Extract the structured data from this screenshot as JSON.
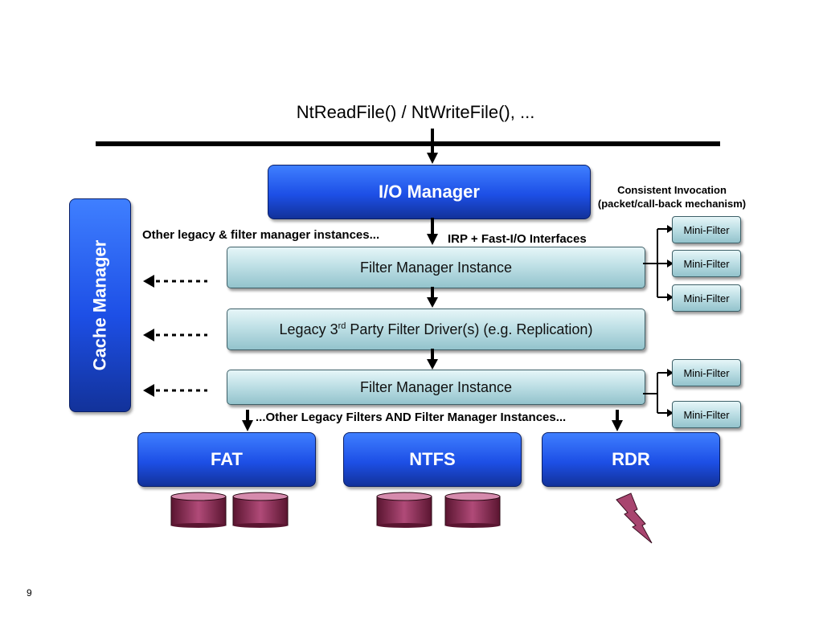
{
  "title": "NtReadFile() / NtWriteFile(), ...",
  "io_manager": "I/O Manager",
  "cache_manager": "Cache Manager",
  "consistent_invocation": {
    "line1": "Consistent Invocation",
    "line2": "(packet/call-back mechanism)"
  },
  "other_legacy_instances": "Other legacy & filter manager instances...",
  "irp_interfaces": "IRP + Fast-I/O Interfaces",
  "filter_manager_instance_top": "Filter Manager Instance",
  "legacy_driver": {
    "prefix": "Legacy 3",
    "superscript": "rd",
    "suffix": " Party Filter Driver(s) (e.g. Replication)"
  },
  "filter_manager_instance_bottom": "Filter Manager Instance",
  "other_legacy_filters": "...Other Legacy Filters AND Filter Manager Instances...",
  "mini_filters_top": [
    "Mini-Filter",
    "Mini-Filter",
    "Mini-Filter"
  ],
  "mini_filters_bottom": [
    "Mini-Filter",
    "Mini-Filter"
  ],
  "file_systems": [
    "FAT",
    "NTFS",
    "RDR"
  ],
  "page_number": "9"
}
